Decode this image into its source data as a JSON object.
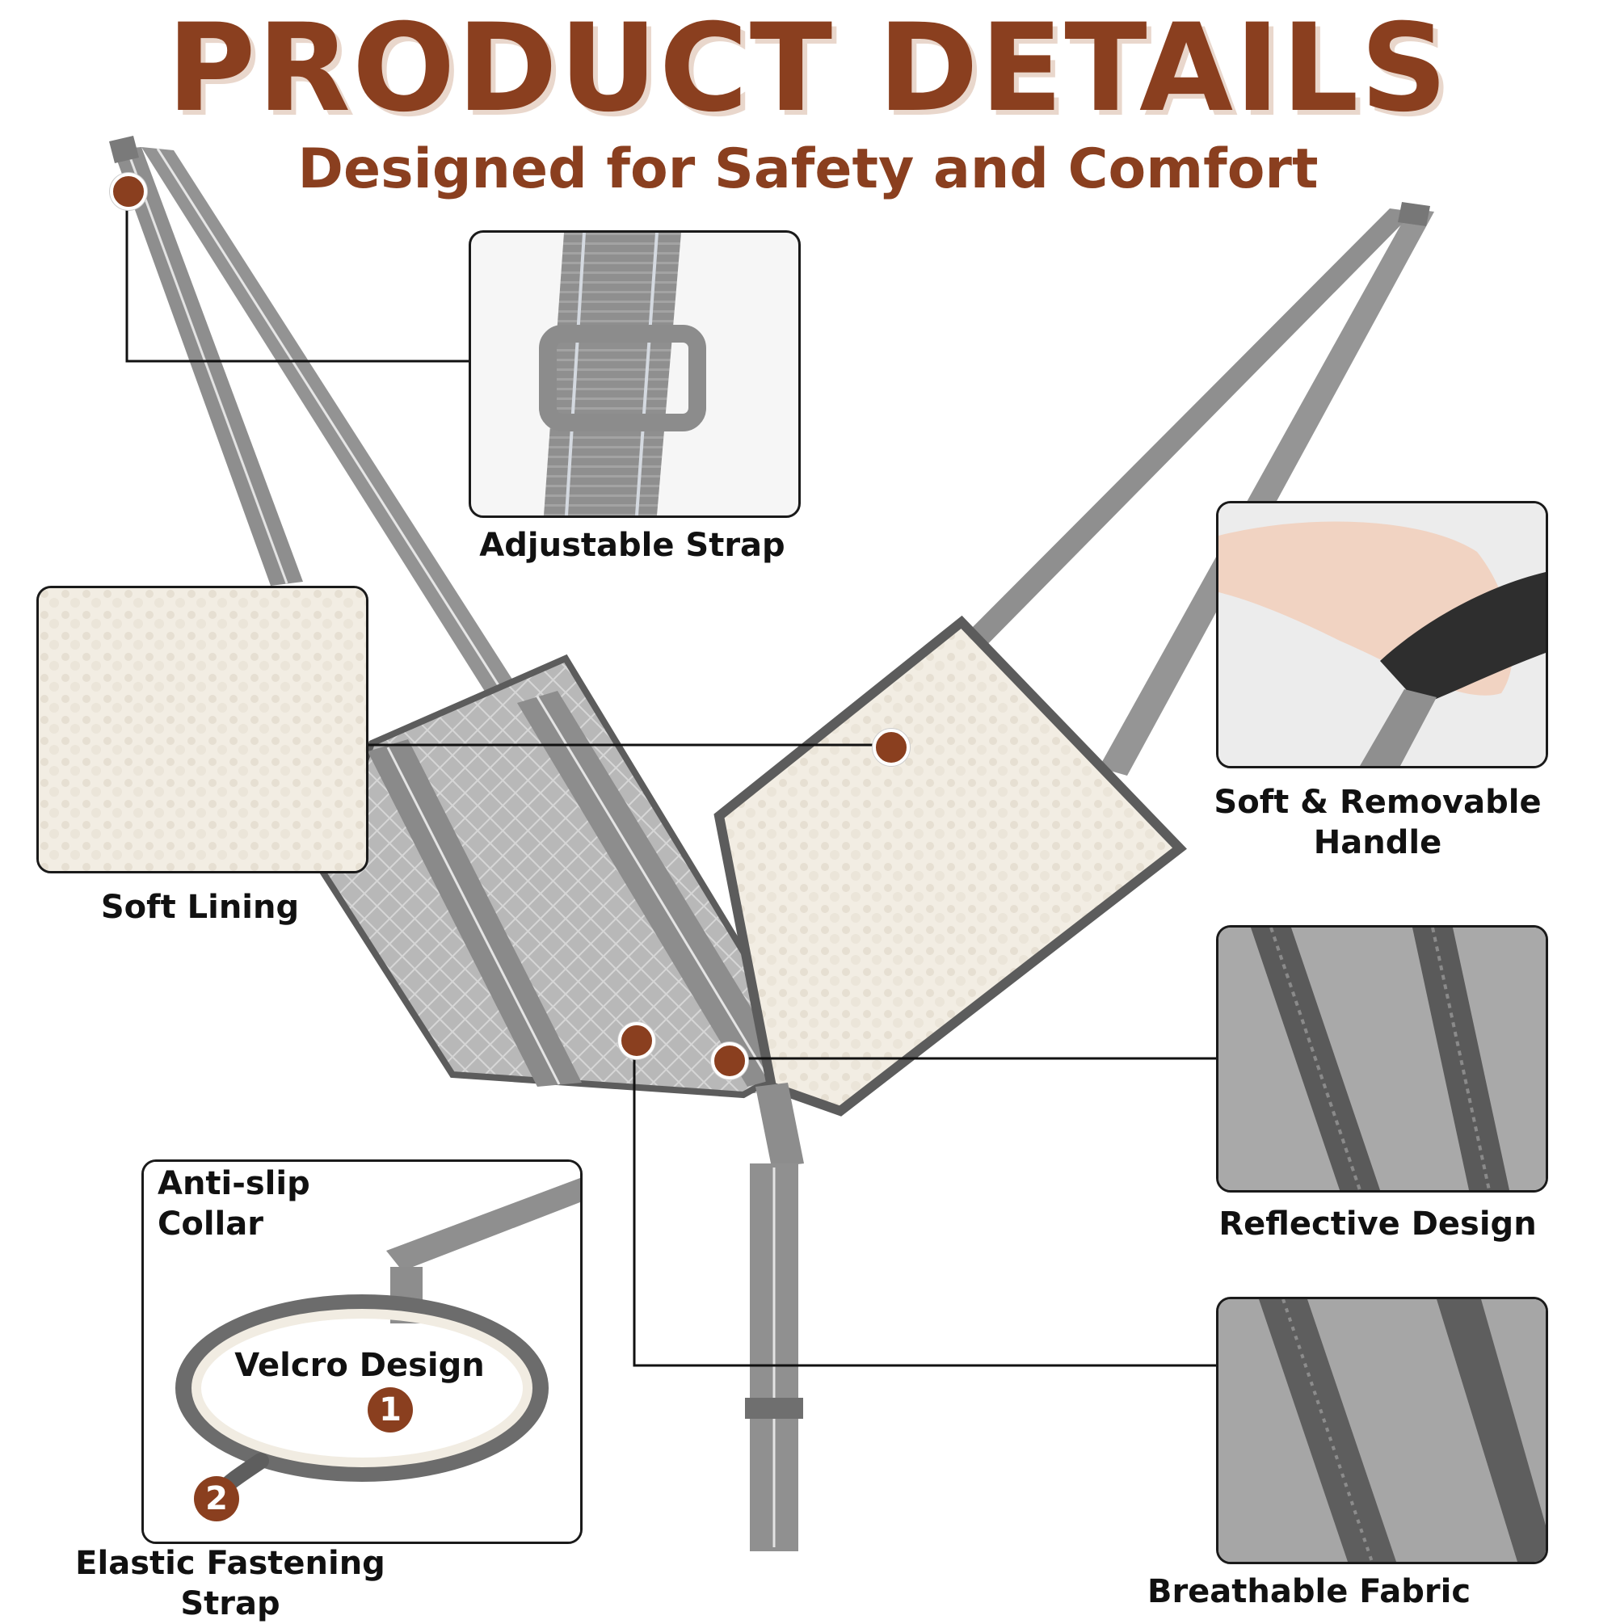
{
  "header": {
    "title": "PRODUCT DETAILS",
    "subtitle": "Designed for Safety and Comfort"
  },
  "features": {
    "adjustable_strap": "Adjustable Strap",
    "soft_lining": "Soft Lining",
    "removable_handle_line1": "Soft & Removable",
    "removable_handle_line2": "Handle",
    "reflective_design": "Reflective Design",
    "breathable_fabric": "Breathable Fabric",
    "anti_slip_collar": "Anti-slip Collar",
    "velcro_design": "Velcro Design",
    "elastic_strap_line1": "Elastic Fastening",
    "elastic_strap_line2": "Strap"
  },
  "badges": {
    "one": "1",
    "two": "2"
  },
  "colors": {
    "accent": "#8a3f1f",
    "strap": "#8e8e8e",
    "fleece": "#f1ece2",
    "mesh": "#b5b5b5"
  }
}
